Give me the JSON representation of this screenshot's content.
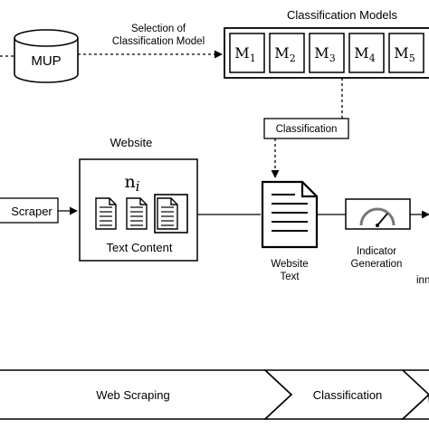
{
  "mup": {
    "label": "MUP"
  },
  "selection": {
    "line1": "Selection of",
    "line2": "Classification Model"
  },
  "models": {
    "title": "Classification Models",
    "items": [
      {
        "base": "M",
        "sub": "1"
      },
      {
        "base": "M",
        "sub": "2"
      },
      {
        "base": "M",
        "sub": "3"
      },
      {
        "base": "M",
        "sub": "4"
      },
      {
        "base": "M",
        "sub": "5"
      }
    ]
  },
  "classification_box": {
    "label": "Classification"
  },
  "website": {
    "title": "Website",
    "symbol_base": "n",
    "symbol_sub": "i",
    "content_label": "Text Content"
  },
  "scraper": {
    "label": "Scraper"
  },
  "website_text": {
    "line1": "Website",
    "line2": "Text"
  },
  "indicator": {
    "line1": "Indicator",
    "line2": "Generation"
  },
  "cut_text": "inn",
  "pipeline": {
    "stage1": "Web Scraping",
    "stage2": "Classification"
  }
}
